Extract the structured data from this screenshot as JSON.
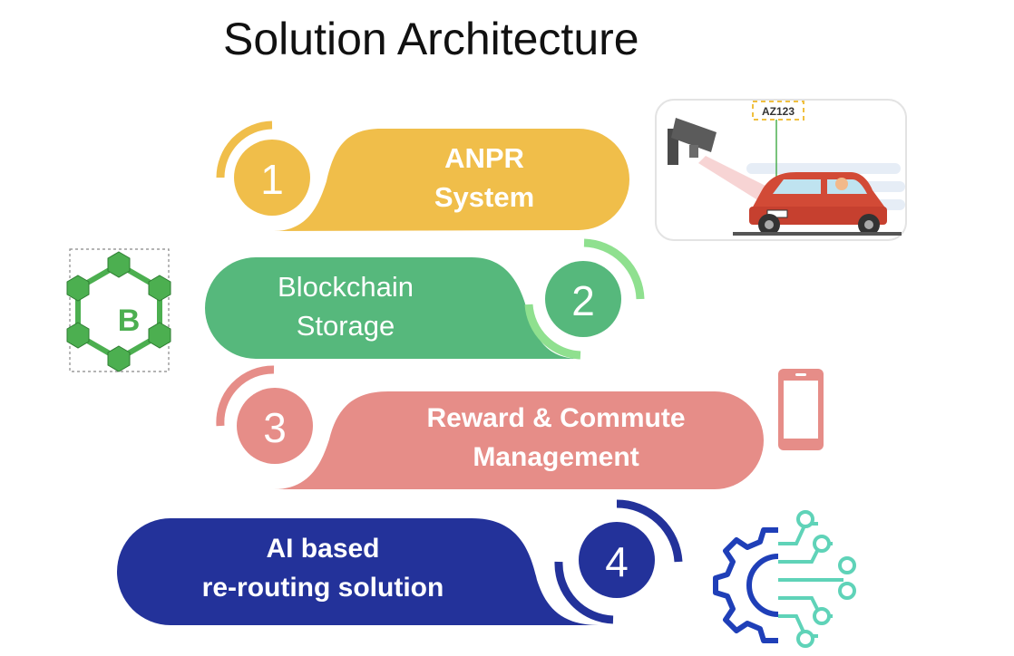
{
  "title": "Solution Architecture",
  "colors": {
    "step1": "#f0be4a",
    "step2": "#56b87c",
    "step2_light": "#8fe08f",
    "step3": "#e68d88",
    "step4": "#23329a"
  },
  "steps": [
    {
      "number": "1",
      "line1": "ANPR",
      "line2": "System"
    },
    {
      "number": "2",
      "line1": "Blockchain",
      "line2": "Storage"
    },
    {
      "number": "3",
      "line1": "Reward & Commute",
      "line2": "Management"
    },
    {
      "number": "4",
      "line1": "AI based",
      "line2": "re-routing solution"
    }
  ],
  "illustrations": {
    "anpr_plate_tag": "AZ123",
    "anpr_icon": "camera-car-illustration",
    "blockchain_letter": "B",
    "blockchain_icon": "blockchain-hexagon-icon",
    "phone_icon": "mobile-phone-icon",
    "ai_icon": "gear-circuit-icon"
  }
}
